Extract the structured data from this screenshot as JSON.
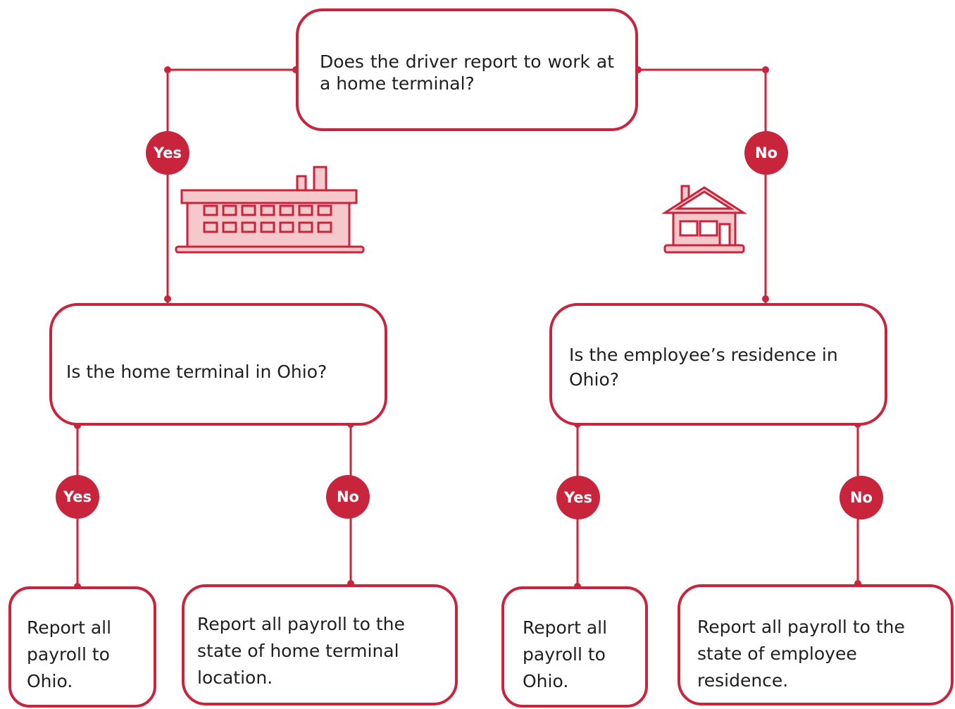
{
  "colors": {
    "accent": "#c8243c",
    "icon_fill": "#f5c9cc",
    "text": "#1f1f1f"
  },
  "top_question": {
    "text": "Does the driver report to work at a home terminal?"
  },
  "left_question": {
    "text": "Is the home terminal in Ohio?"
  },
  "right_question": {
    "text": "Is the employee’s residence in Ohio?"
  },
  "labels": {
    "yes": "Yes",
    "no": "No"
  },
  "results": {
    "left_yes": "Report all payroll to Ohio.",
    "left_no": "Report all payroll to the state of home terminal location.",
    "right_yes": "Report all payroll to Ohio.",
    "right_no": "Report all payroll to the state of employee residence."
  },
  "icons": {
    "left": "factory-icon",
    "right": "house-icon"
  }
}
